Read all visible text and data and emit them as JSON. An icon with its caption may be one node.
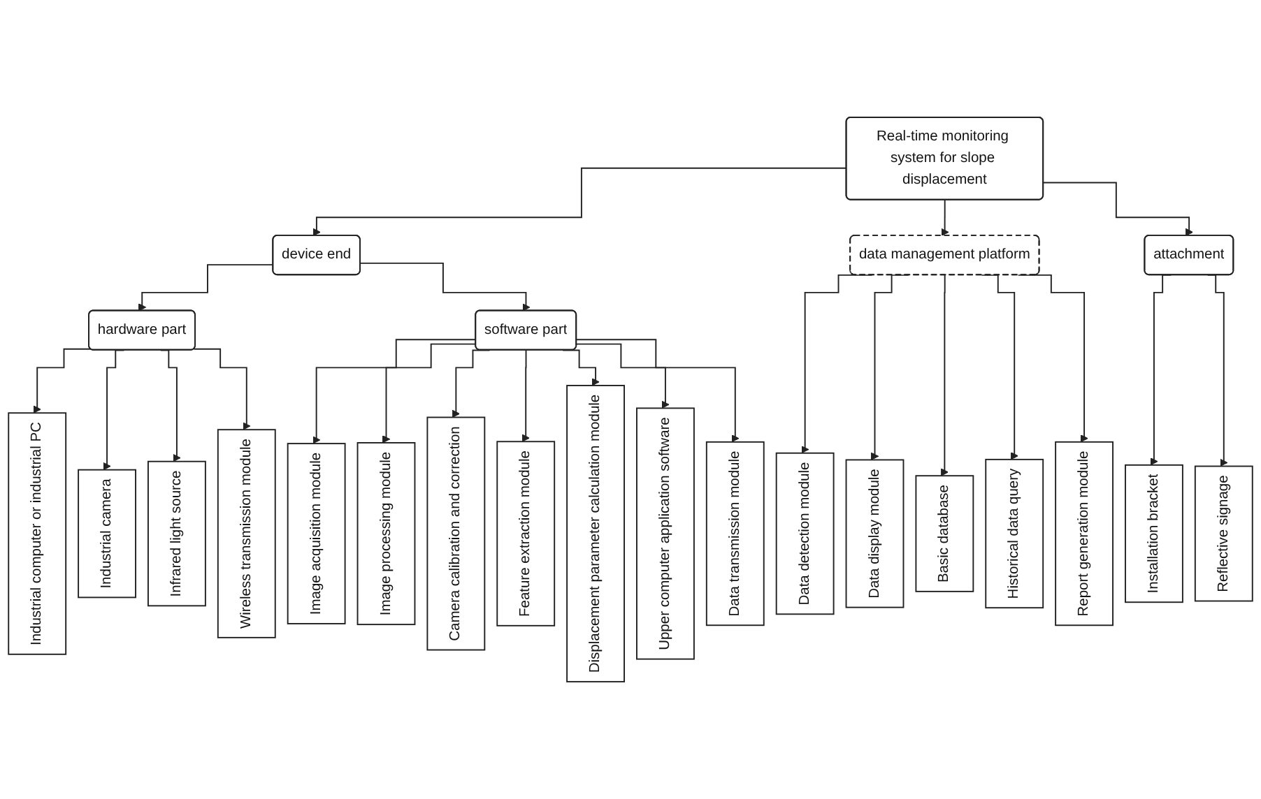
{
  "diagram": {
    "nodes": [
      {
        "text": [
          "Real-time monitoring system for slope displacement"
        ]
      },
      {
        "text": [
          "device end"
        ]
      },
      {
        "text": [
          "data management platform"
        ]
      },
      {
        "text": [
          "attachment"
        ]
      },
      {
        "text": [
          "hardware part"
        ]
      },
      {
        "text": [
          "software part"
        ]
      },
      {
        "text": [
          "Industrial computer or industrial PC"
        ]
      },
      {
        "text": [
          "Industrial camera"
        ]
      },
      {
        "text": [
          "Infrared light source"
        ]
      },
      {
        "text": [
          "Wireless transmission module"
        ]
      },
      {
        "text": [
          "Image acquisition module"
        ]
      },
      {
        "text": [
          "Image processing module"
        ]
      },
      {
        "text": [
          "Camera calibration and correction"
        ]
      },
      {
        "text": [
          "Feature extraction module"
        ]
      },
      {
        "text": [
          "Displacement parameter calculation module"
        ]
      },
      {
        "text": [
          "Upper computer application software"
        ]
      },
      {
        "text": [
          "Data transmission module"
        ]
      },
      {
        "text": [
          "Data detection module"
        ]
      },
      {
        "text": [
          "Data display module"
        ]
      },
      {
        "text": [
          "Basic database"
        ]
      },
      {
        "text": [
          "Historical data query"
        ]
      },
      {
        "text": [
          "Report generation module"
        ]
      },
      {
        "text": [
          "Installation bracket"
        ]
      },
      {
        "text": [
          "Reflective signage"
        ]
      }
    ],
    "edges": [
      {
        "from": 0,
        "to": 1,
        "arrow": "to"
      },
      {
        "from": 0,
        "to": 2,
        "arrow": "to"
      },
      {
        "from": 0,
        "to": 3,
        "arrow": "to"
      },
      {
        "from": 1,
        "to": 4,
        "arrow": "to"
      },
      {
        "from": 1,
        "to": 5,
        "arrow": "to"
      },
      {
        "from": 4,
        "to": 6,
        "arrow": "to"
      },
      {
        "from": 4,
        "to": 7,
        "arrow": "to"
      },
      {
        "from": 4,
        "to": 8,
        "arrow": "to"
      },
      {
        "from": 4,
        "to": 9,
        "arrow": "to"
      },
      {
        "from": 5,
        "to": 10,
        "arrow": "to"
      },
      {
        "from": 5,
        "to": 11,
        "arrow": "to"
      },
      {
        "from": 5,
        "to": 12,
        "arrow": "to"
      },
      {
        "from": 5,
        "to": 13,
        "arrow": "to"
      },
      {
        "from": 5,
        "to": 14,
        "arrow": "to"
      },
      {
        "from": 5,
        "to": 15,
        "arrow": "to"
      },
      {
        "from": 5,
        "to": 16,
        "arrow": "to"
      },
      {
        "from": 2,
        "to": 17,
        "arrow": "to"
      },
      {
        "from": 2,
        "to": 18,
        "arrow": "to"
      },
      {
        "from": 2,
        "to": 19,
        "arrow": "to"
      },
      {
        "from": 2,
        "to": 20,
        "arrow": "to"
      },
      {
        "from": 2,
        "to": 21,
        "arrow": "to"
      },
      {
        "from": 3,
        "to": 22,
        "arrow": "to"
      },
      {
        "from": 3,
        "to": 23,
        "arrow": "to"
      }
    ]
  }
}
